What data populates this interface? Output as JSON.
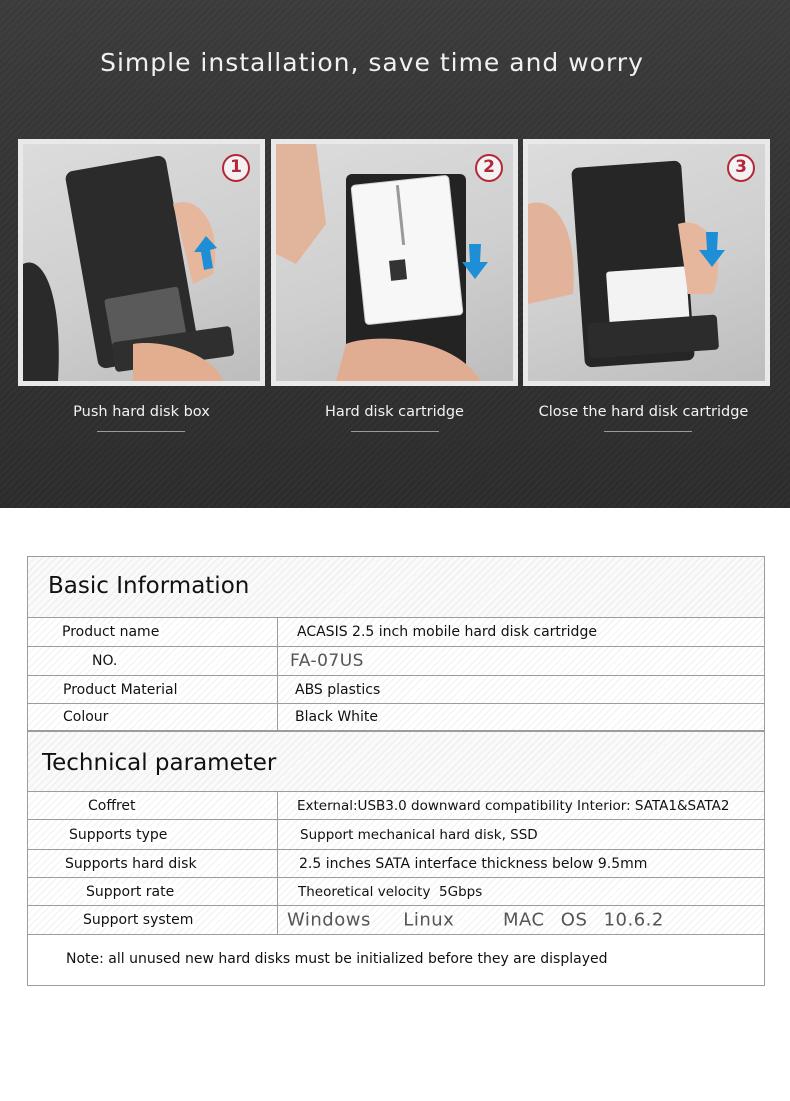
{
  "hero": {
    "title": "Simple installation, save time and worry",
    "steps": [
      {
        "badge": "1",
        "caption": "Push hard disk box",
        "arrow": "up-arrow-icon"
      },
      {
        "badge": "2",
        "caption": "Hard disk cartridge",
        "arrow": "down-arrow-icon"
      },
      {
        "badge": "3",
        "caption": "Close the hard disk cartridge",
        "arrow": "down-arrow-icon"
      }
    ]
  },
  "basic": {
    "title": "Basic Information",
    "rows": [
      {
        "label": "Product name",
        "value": "ACASIS 2.5 inch mobile hard disk cartridge"
      },
      {
        "label": "NO.",
        "value": "FA-07US"
      },
      {
        "label": "Product Material",
        "value": "ABS plastics"
      },
      {
        "label": "Colour",
        "value": "Black White"
      }
    ]
  },
  "technical": {
    "title": "Technical parameter",
    "rows": [
      {
        "label": "Coffret",
        "value": "External:USB3.0 downward compatibility Interior: SATA1&SATA2"
      },
      {
        "label": "Supports type",
        "value": "Support mechanical hard disk, SSD"
      },
      {
        "label": "Supports hard disk",
        "value": "2.5 inches SATA interface thickness below 9.5mm"
      },
      {
        "label": "Support rate",
        "value": "Theoretical velocity  5Gbps"
      },
      {
        "label": "Support system",
        "value": "Windows  Linux   MAC OS 10.6.2"
      }
    ]
  },
  "note": "Note: all unused new hard disks must be initialized before they are displayed",
  "colors": {
    "badge": "#b6263a",
    "arrow": "#1e8fd6",
    "dark_bg": "#333333"
  }
}
